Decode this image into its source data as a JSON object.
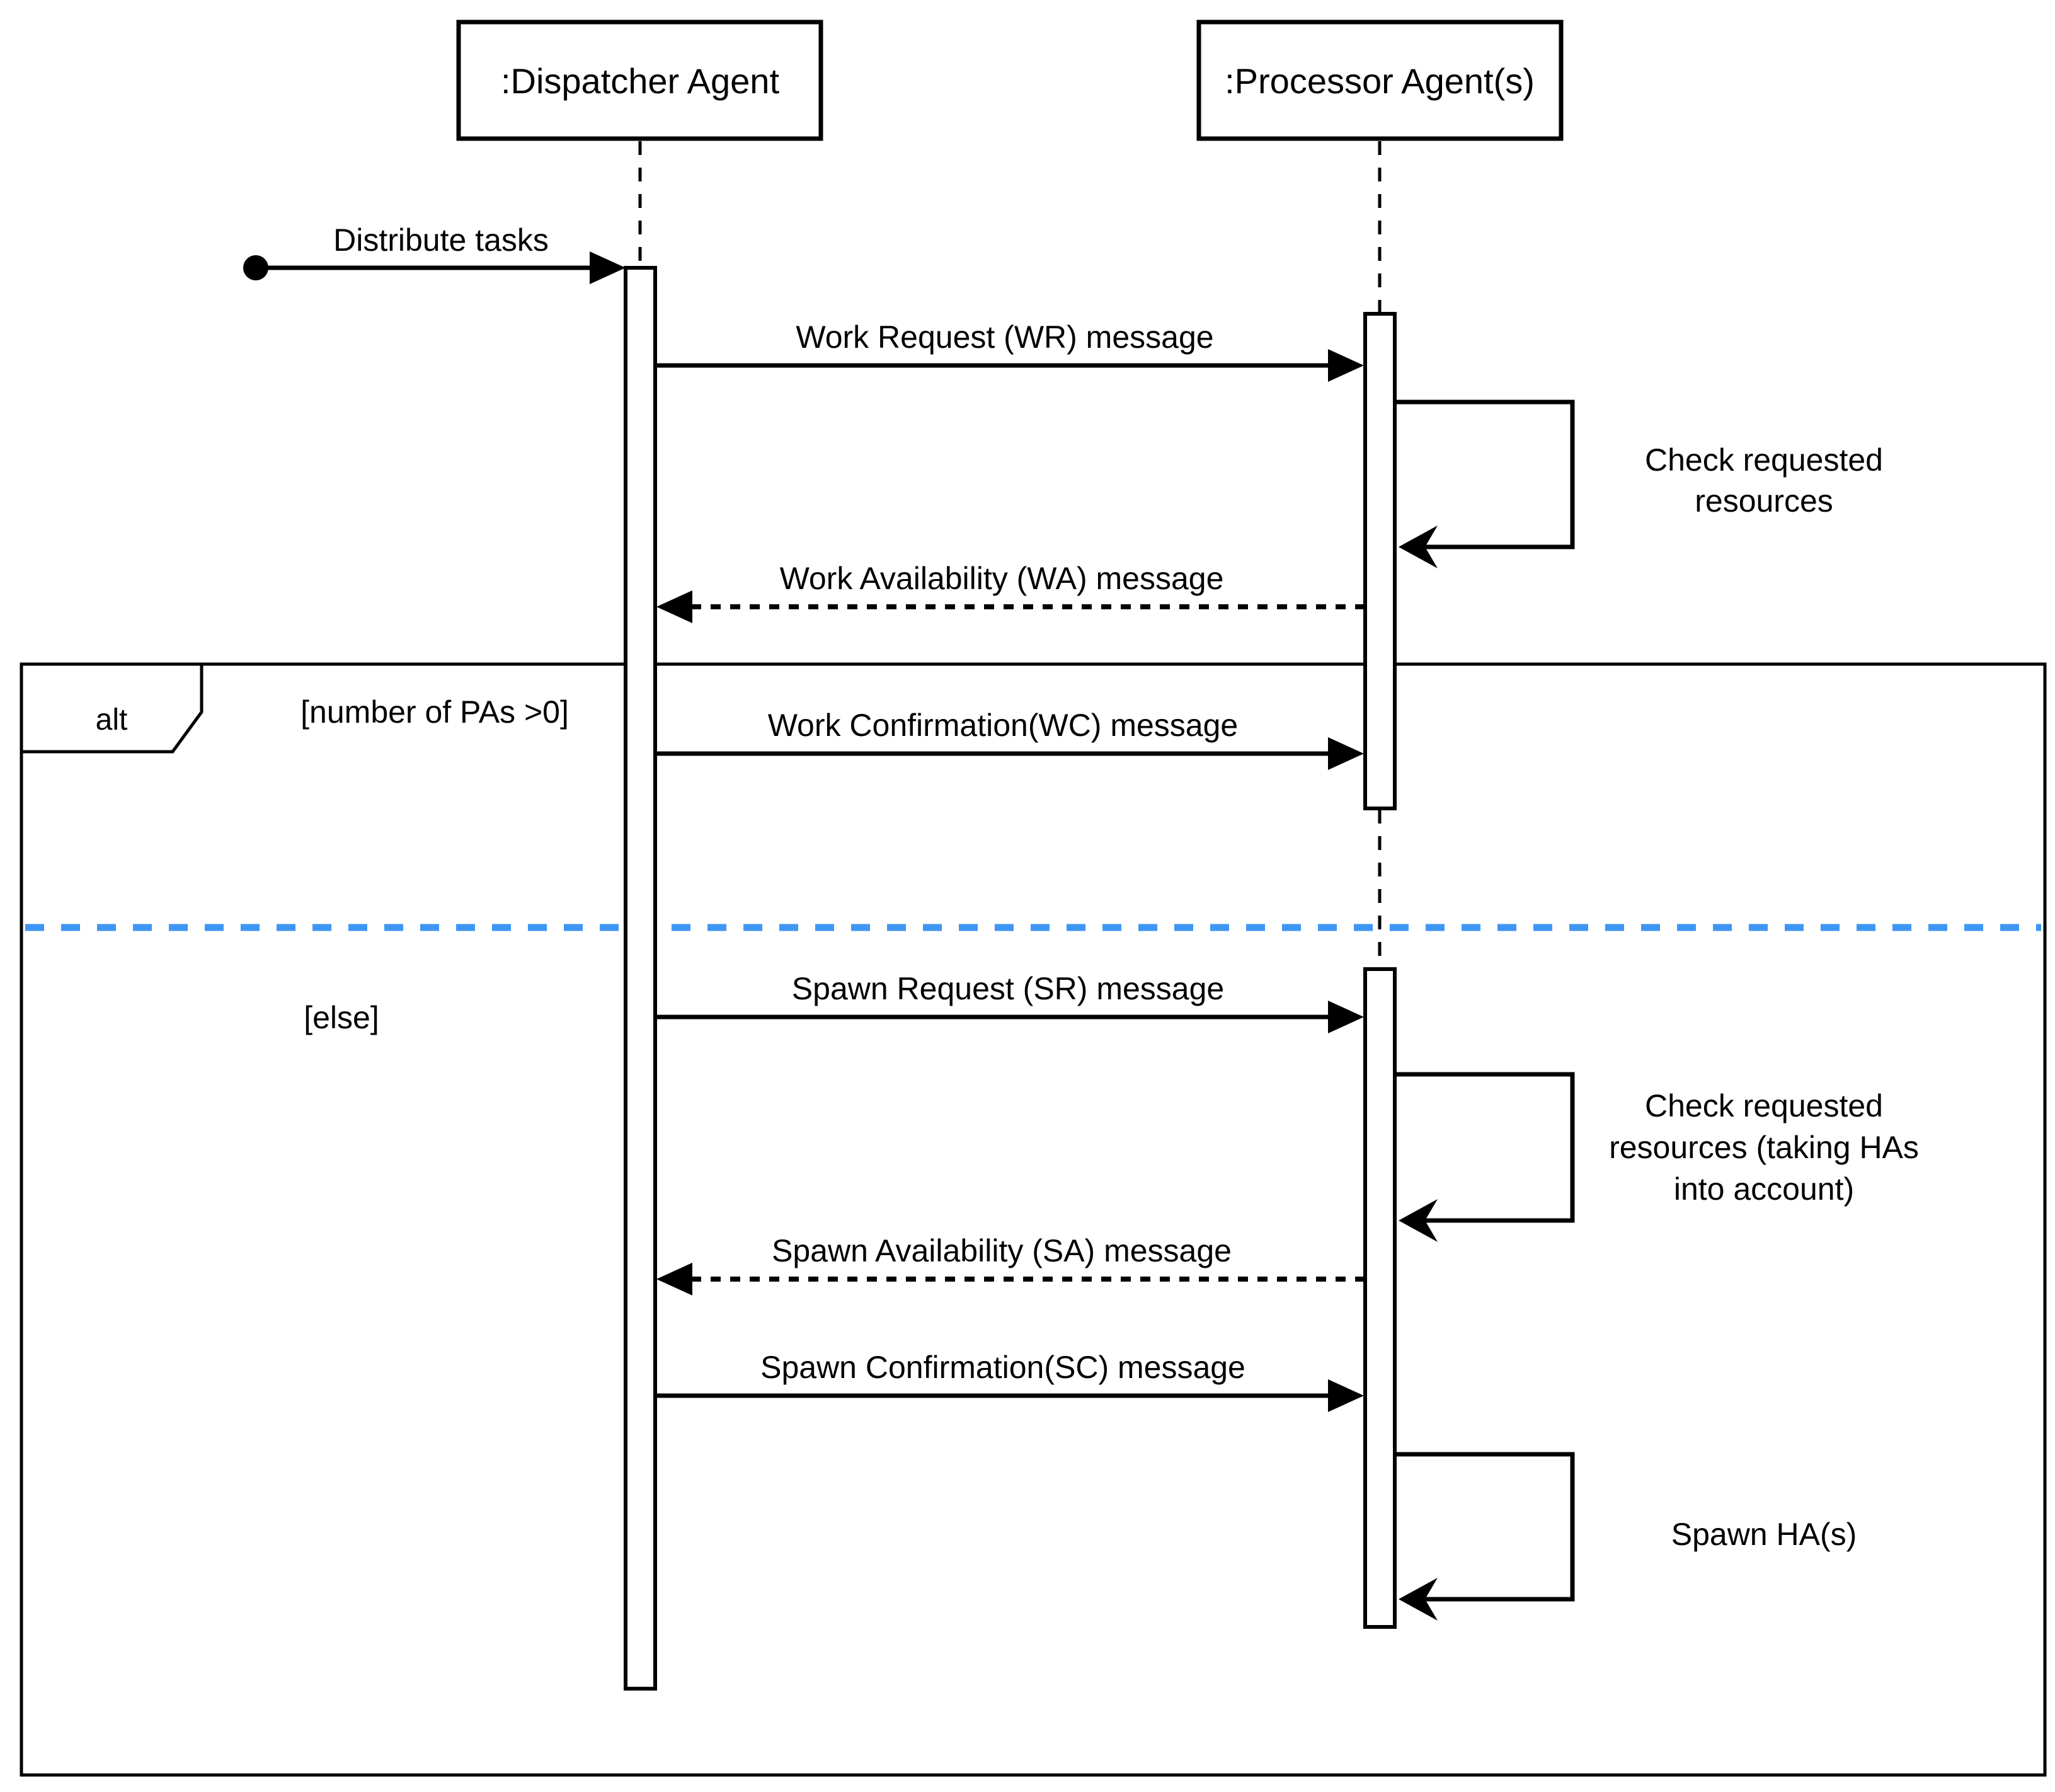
{
  "diagram_type": "uml-sequence-diagram",
  "colors": {
    "stroke": "#000000",
    "background": "#ffffff",
    "divider": "#3E96F4"
  },
  "lifelines": [
    {
      "label": ":Dispatcher Agent"
    },
    {
      "label": ":Processor Agent(s)"
    }
  ],
  "found_message": {
    "label": "Distribute tasks"
  },
  "messages": [
    {
      "label": "Work Request (WR) message",
      "from": ":Dispatcher Agent",
      "to": ":Processor Agent(s)",
      "line": "solid",
      "direction": "right"
    },
    {
      "label": "Work Availability (WA) message",
      "from": ":Processor Agent(s)",
      "to": ":Dispatcher Agent",
      "line": "dashed",
      "direction": "left"
    },
    {
      "label": "Work Confirmation(WC) message",
      "from": ":Dispatcher Agent",
      "to": ":Processor Agent(s)",
      "line": "solid",
      "direction": "right"
    },
    {
      "label": "Spawn Request (SR) message",
      "from": ":Dispatcher Agent",
      "to": ":Processor Agent(s)",
      "line": "solid",
      "direction": "right"
    },
    {
      "label": "Spawn Availability (SA) message",
      "from": ":Processor Agent(s)",
      "to": ":Dispatcher Agent",
      "line": "dashed",
      "direction": "left"
    },
    {
      "label": "Spawn Confirmation(SC) message",
      "from": ":Dispatcher Agent",
      "to": ":Processor Agent(s)",
      "line": "solid",
      "direction": "right"
    }
  ],
  "self_messages": [
    {
      "on": ":Processor Agent(s)",
      "lines": [
        "Check requested",
        "resources"
      ]
    },
    {
      "on": ":Processor Agent(s)",
      "lines": [
        "Check requested",
        "resources (taking HAs",
        "into account)"
      ]
    },
    {
      "on": ":Processor Agent(s)",
      "lines": [
        "Spawn HA(s)"
      ]
    }
  ],
  "alt_fragment": {
    "operator": "alt",
    "guard_top": "[number of PAs >0]",
    "guard_bottom": "[else]"
  }
}
